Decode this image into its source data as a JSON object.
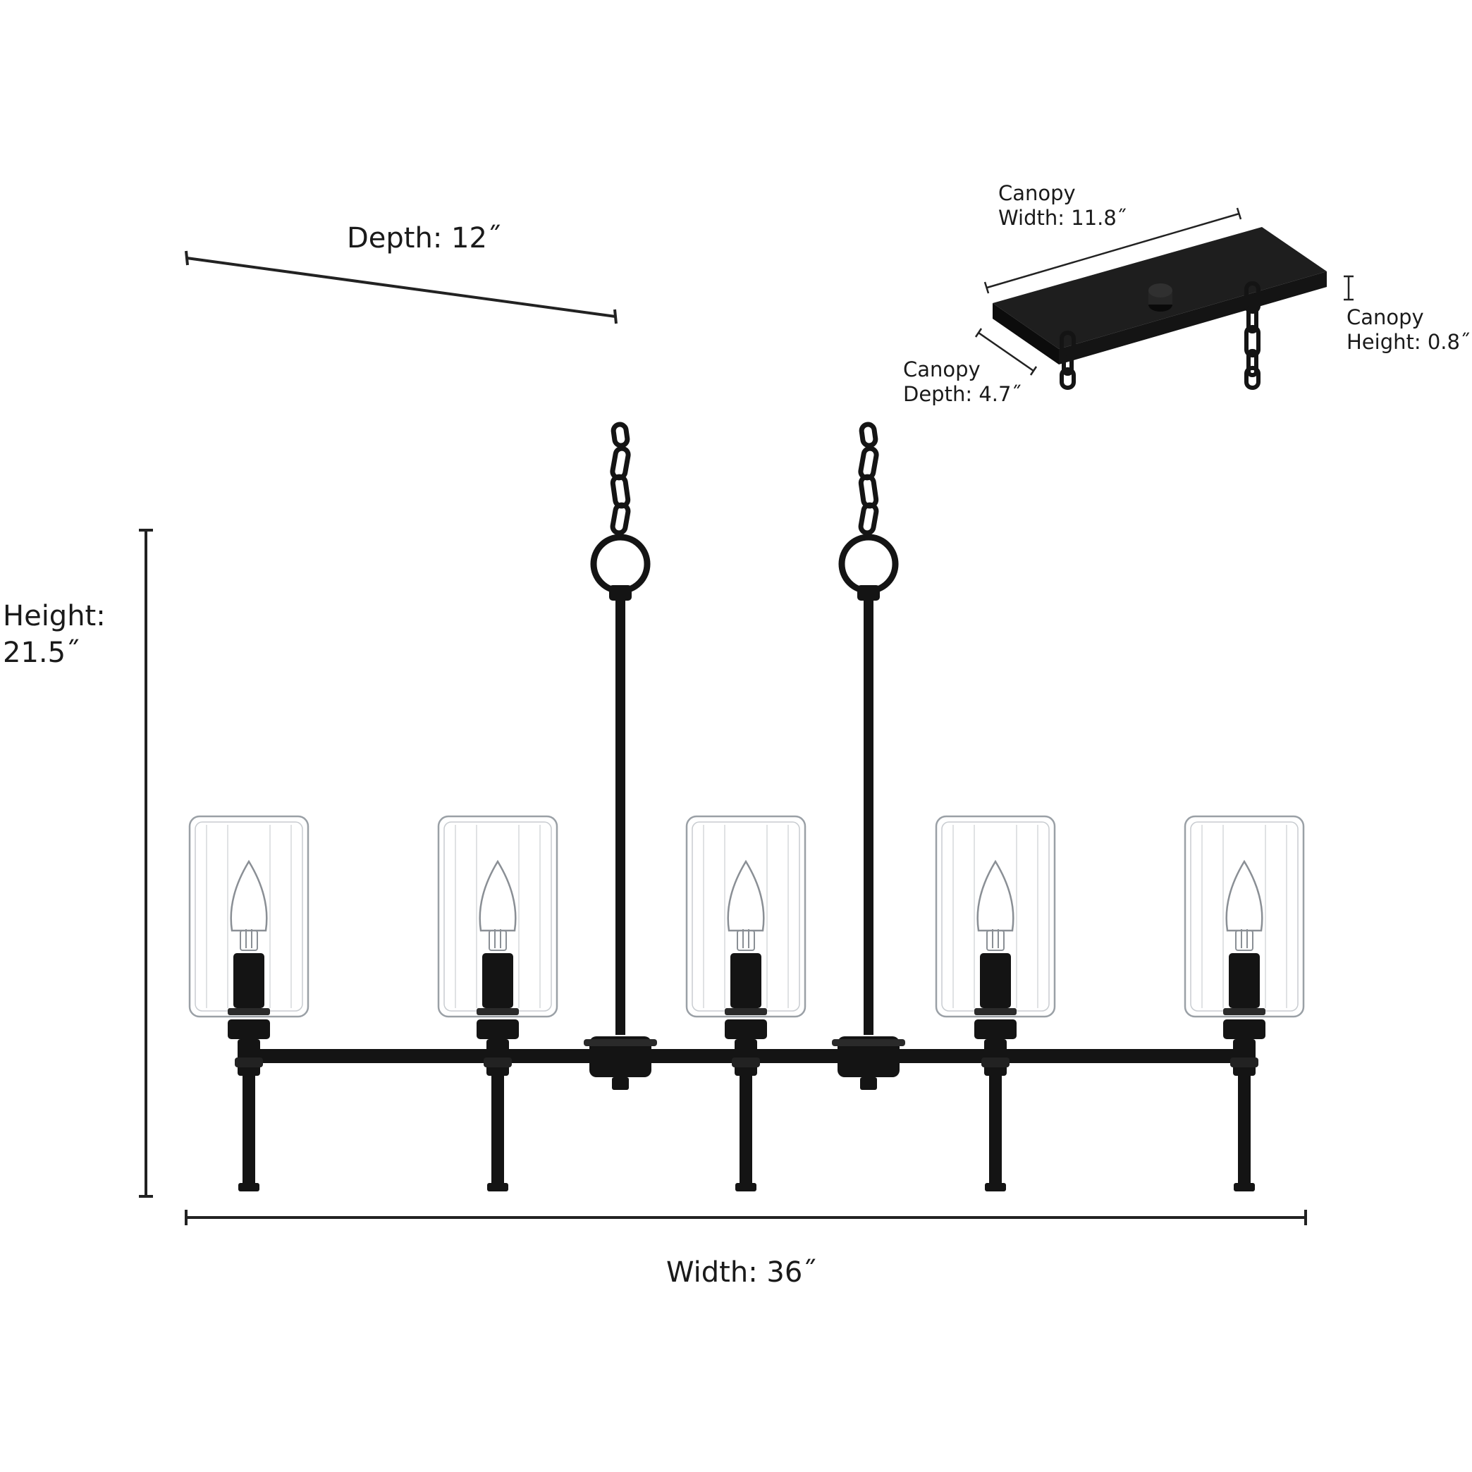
{
  "colors": {
    "metal": "#141414",
    "glass": "#9aa0a6",
    "bulb": "#8a8f95",
    "dimension_line": "#222222",
    "background": "#ffffff"
  },
  "fixture": {
    "light_count": 5,
    "shade": "clear glass cylinder",
    "finish": "black"
  },
  "dimensions": {
    "depth": {
      "label": "Depth: 12˝"
    },
    "height": {
      "line1": "Height:",
      "line2": "21.5˝"
    },
    "width": {
      "label": "Width: 36˝"
    }
  },
  "canopy": {
    "width": {
      "line1": "Canopy",
      "line2": "Width: 11.8˝"
    },
    "height": {
      "line1": "Canopy",
      "line2": "Height: 0.8˝"
    },
    "depth": {
      "line1": "Canopy",
      "line2": "Depth: 4.7˝"
    }
  }
}
